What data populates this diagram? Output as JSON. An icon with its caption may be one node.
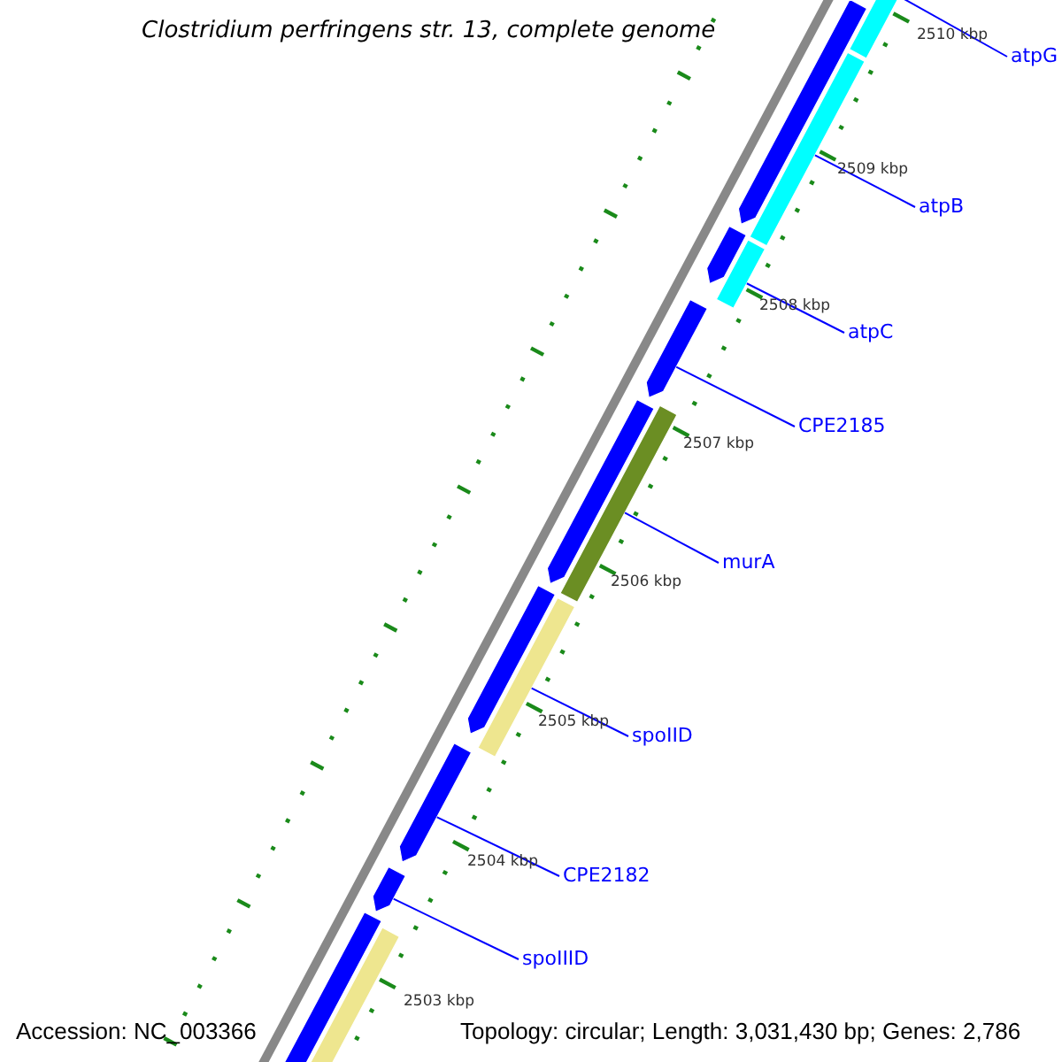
{
  "diagram": {
    "title": "Clostridium perfringens str. 13, complete genome",
    "nodes": [
      {
        "text": [
          "atpG"
        ]
      },
      {
        "text": [
          "atpB"
        ]
      },
      {
        "text": [
          "atpC"
        ]
      },
      {
        "text": [
          "CPE2185"
        ]
      },
      {
        "text": [
          "murA"
        ]
      },
      {
        "text": [
          "spoIID"
        ]
      },
      {
        "text": [
          "CPE2182"
        ]
      },
      {
        "text": [
          "spoIIID"
        ]
      },
      {
        "text": [],
        "shape": "arrow"
      },
      {
        "text": [],
        "shape": "bar"
      },
      {
        "text": [],
        "shape": "bar"
      },
      {
        "text": [],
        "shape": "arrow"
      },
      {
        "text": [],
        "shape": "bar"
      },
      {
        "text": [],
        "shape": "arrow"
      },
      {
        "text": [],
        "shape": "bar"
      },
      {
        "text": [],
        "shape": "arrow"
      },
      {
        "text": [],
        "shape": "arrow"
      },
      {
        "text": [],
        "shape": "bar"
      },
      {
        "text": [],
        "shape": "arrow"
      },
      {
        "text": [],
        "shape": "arrow"
      },
      {
        "text": [],
        "shape": "arrow"
      },
      {
        "text": [],
        "shape": "bar"
      }
    ],
    "edges": [
      {
        "from": 0,
        "to": 9,
        "arrow": "none"
      },
      {
        "from": 1,
        "to": 10,
        "arrow": "none"
      },
      {
        "from": 2,
        "to": 12,
        "arrow": "none"
      },
      {
        "from": 3,
        "to": 13,
        "arrow": "none"
      },
      {
        "from": 4,
        "to": 14,
        "arrow": "none"
      },
      {
        "from": 5,
        "to": 17,
        "arrow": "none"
      },
      {
        "from": 6,
        "to": 18,
        "arrow": "none"
      },
      {
        "from": 7,
        "to": 19,
        "arrow": "none"
      }
    ],
    "labels": [
      "2510 kbp",
      "2509 kbp",
      "2508 kbp",
      "2507 kbp",
      "2506 kbp",
      "2505 kbp",
      "2504 kbp",
      "2503 kbp",
      "Accession: NC_003366",
      "Topology: circular; Length: 3,031,430 bp; Genes: 2,786"
    ]
  }
}
